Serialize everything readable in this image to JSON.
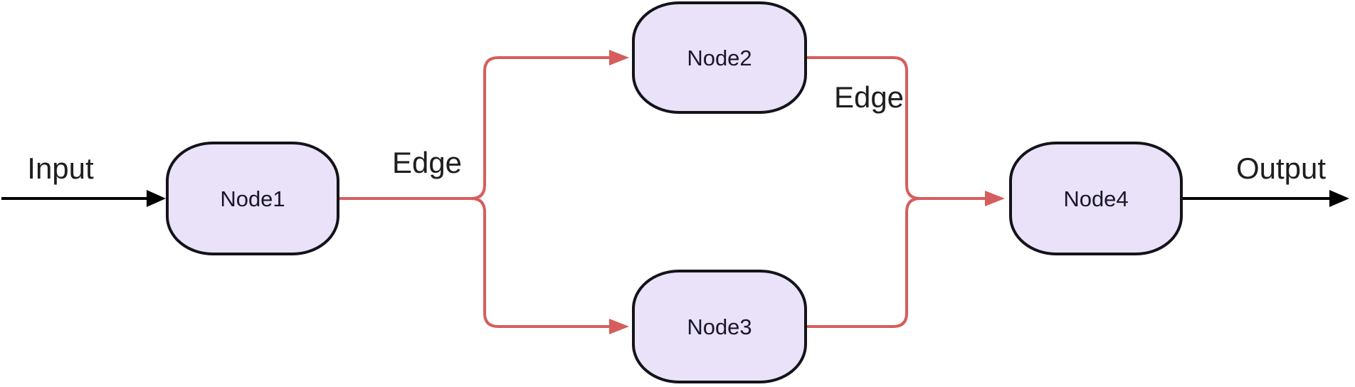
{
  "diagram": {
    "type": "flowchart-left-to-right",
    "nodes": [
      {
        "id": "node1",
        "label": "Node1",
        "shape": "stadium"
      },
      {
        "id": "node2",
        "label": "Node2",
        "shape": "stadium"
      },
      {
        "id": "node3",
        "label": "Node3",
        "shape": "stadium"
      },
      {
        "id": "node4",
        "label": "Node4",
        "shape": "stadium"
      }
    ],
    "io_labels": {
      "input": "Input",
      "output": "Output"
    },
    "edge_labels": {
      "left": "Edge",
      "right": "Edge"
    },
    "connections": [
      {
        "from": "input-terminal",
        "to": "node1",
        "style": "black-arrow"
      },
      {
        "from": "node1",
        "to": "node2",
        "style": "red-arrow",
        "label": "Edge"
      },
      {
        "from": "node1",
        "to": "node3",
        "style": "red-arrow"
      },
      {
        "from": "node2",
        "to": "node4",
        "style": "red-arrow",
        "label": "Edge"
      },
      {
        "from": "node3",
        "to": "node4",
        "style": "red-arrow"
      },
      {
        "from": "node4",
        "to": "output-terminal",
        "style": "black-arrow"
      }
    ],
    "colors": {
      "background": "#FFFFFF",
      "node_fill": "#E9E2F9",
      "node_border": "#13131A",
      "node_text": "#1A1727",
      "label_text": "#1E1E1E",
      "edge_primary": "#D55E5C",
      "edge_io": "#000000"
    }
  }
}
